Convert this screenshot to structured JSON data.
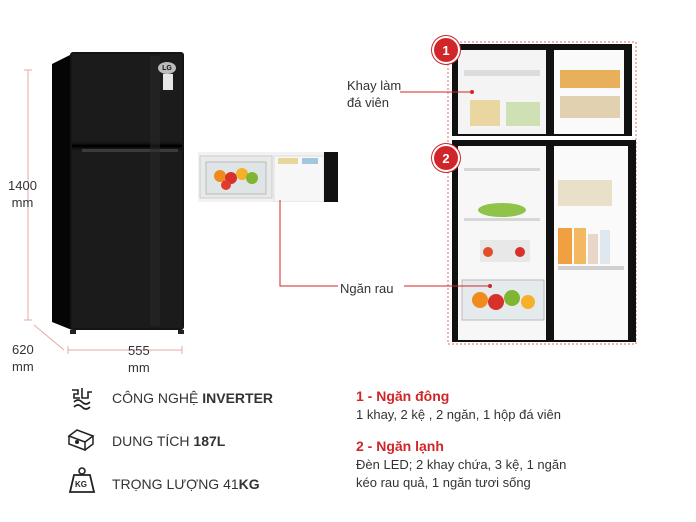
{
  "dimensions": {
    "height_value": "1400",
    "height_unit": "mm",
    "depth_value": "620",
    "depth_unit": "mm",
    "width_value": "555",
    "width_unit": "mm"
  },
  "brand_logo": "LG",
  "callouts": {
    "ice_tray_line1": "Khay làm",
    "ice_tray_line2": "đá viên",
    "crisper": "Ngăn rau"
  },
  "badges": {
    "one": "1",
    "two": "2"
  },
  "specs": [
    {
      "icon": "inverter-icon",
      "prefix": "CÔNG NGHỆ ",
      "bold": "INVERTER"
    },
    {
      "icon": "capacity-icon",
      "prefix": "DUNG TÍCH ",
      "bold": "187L"
    },
    {
      "icon": "weight-icon",
      "prefix": "TRỌNG LƯỢNG 41",
      "bold": "KG",
      "icon_text": "KG"
    }
  ],
  "legend": {
    "freezer_title": "1 - Ngăn đông",
    "freezer_desc": "1 khay, 2 kệ , 2 ngăn, 1 hộp đá viên",
    "fridge_title": "2 - Ngăn lạnh",
    "fridge_desc_line1": "Đèn LED; 2 khay chứa, 3 kệ, 1 ngăn",
    "fridge_desc_line2": "kéo rau quả, 1 ngăn tươi sống"
  },
  "colors": {
    "accent": "#d0262a",
    "fridge_body": "#111111"
  }
}
